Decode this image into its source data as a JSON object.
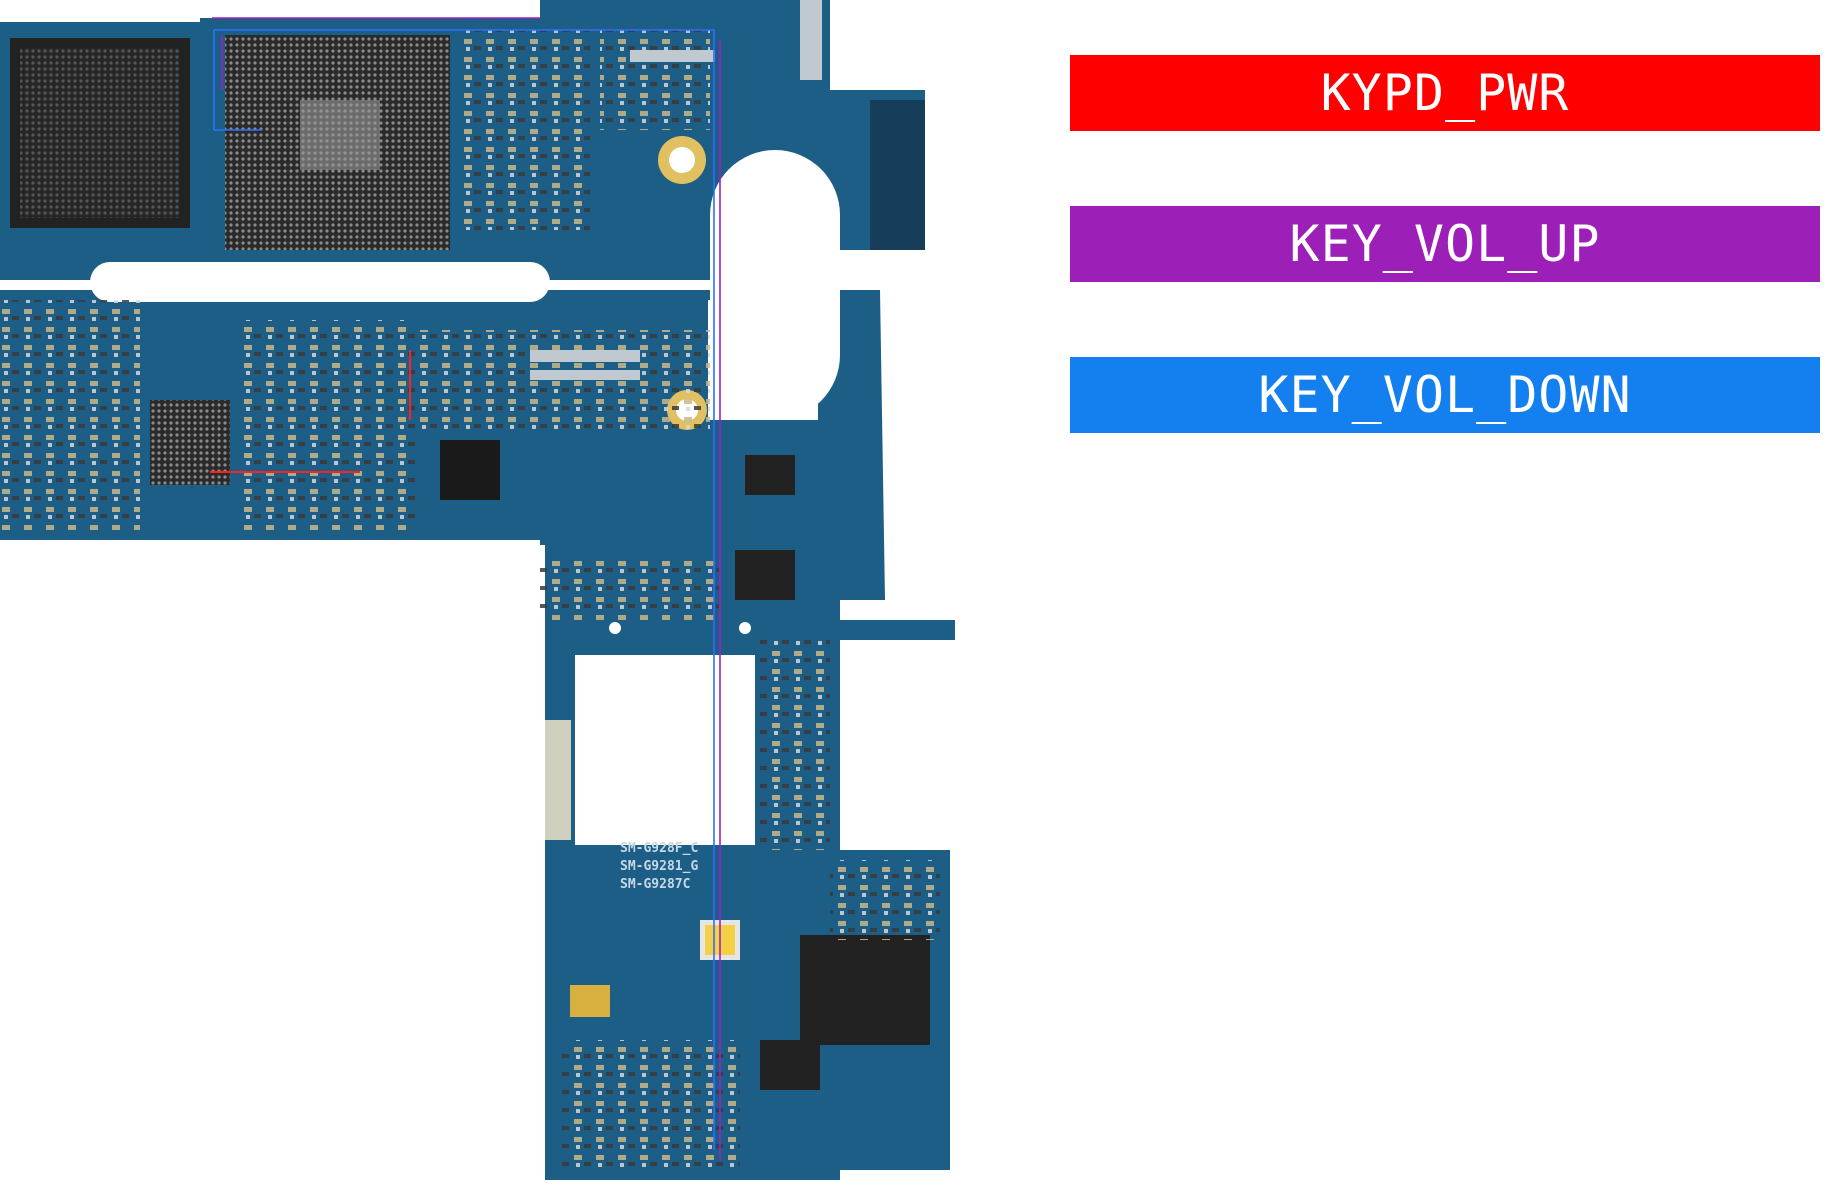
{
  "legend": [
    {
      "id": "pwr",
      "label": "KYPD_PWR",
      "color": "#ff0000"
    },
    {
      "id": "up",
      "label": "KEY_VOL_UP",
      "color": "#9c1fb8"
    },
    {
      "id": "down",
      "label": "KEY_VOL_DOWN",
      "color": "#1480f0"
    }
  ],
  "board": {
    "pcb_color": "#1d5e86",
    "silkscreen": [
      "SM-G928F_C",
      "SM-G9281_G",
      "SM-G9287C"
    ]
  }
}
